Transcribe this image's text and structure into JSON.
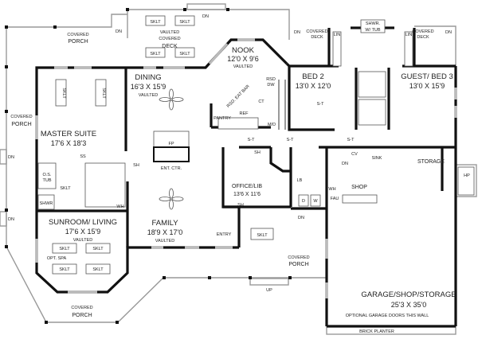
{
  "plan": {
    "rooms": {
      "dining": {
        "name": "DINING",
        "size": "16'3 X 15'9",
        "note": "VAULTED"
      },
      "nook": {
        "name": "NOOK",
        "size": "12'0 X 9'6",
        "note": "VAULTED"
      },
      "master": {
        "name": "MASTER SUITE",
        "size": "17'6 X 18'3"
      },
      "bed2": {
        "name": "BED 2",
        "size": "13'0 X 12'0"
      },
      "bed3": {
        "name": "GUEST/ BED 3",
        "size": "13'0 X 15'9"
      },
      "family": {
        "name": "FAMILY",
        "size": "18'9 X 17'0",
        "note": "VAULTED"
      },
      "sunroom": {
        "name": "SUNROOM/ LIVING",
        "size": "17'6 X 15'9",
        "note": "VAULTED"
      },
      "office": {
        "name": "OFFICE/LIB",
        "size": "13'6 X 11'6"
      },
      "garage": {
        "name": "GARAGE/SHOP/STORAGE",
        "size": "25'3 X 35'0",
        "note": "OPTIONAL GARAGE DOORS THIS WALL"
      },
      "storage": {
        "name": "STORAGE"
      },
      "shop": {
        "name": "SHOP"
      },
      "entry": {
        "name": "ENTRY"
      }
    },
    "porches": {
      "covered": "COVERED",
      "porch": "PORCH",
      "deck": "DECK",
      "vaulted": "VAULTED"
    },
    "fixtures": {
      "skylight": "SKLT",
      "down": "DN",
      "up": "UP",
      "shelf": "SH",
      "smoke": "S-T",
      "ss": "SS",
      "fireplace": "FP",
      "ent_ctr": "ENT. CTR.",
      "pantry": "PANTRY",
      "ref": "REF",
      "md": "M/D",
      "rsd": "RSD",
      "dw": "DW",
      "eat_bar": "RSD. EAT BAR",
      "ct": "CT",
      "os_tub": "O.S.",
      "tub": "TUB",
      "shwr": "SHWR",
      "shwr_tub": "SHWR.",
      "w_tub": "W/ TUB",
      "lin": "LIN",
      "wh": "WH",
      "opt_spa": "OPT. SPA",
      "cv": "CV",
      "sink": "SINK",
      "fau": "FAU",
      "dryer": "D",
      "washer": "W",
      "lb": "LB",
      "hp": "HP",
      "brick_planter": "BRICK PLANTER"
    }
  }
}
